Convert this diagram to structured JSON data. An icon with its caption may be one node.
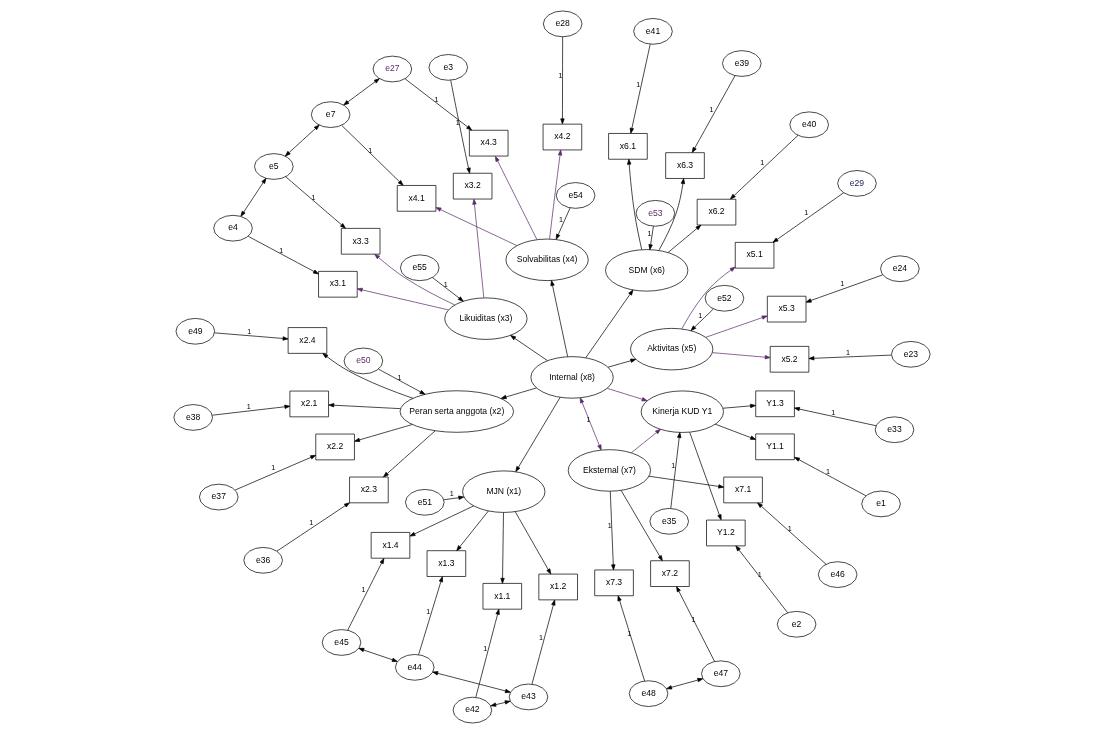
{
  "diagram": {
    "nodes": [
      {
        "text": [
          "e48"
        ]
      },
      {
        "text": [
          "e47"
        ]
      },
      {
        "text": [
          "e46"
        ]
      },
      {
        "text": [
          "e49"
        ]
      },
      {
        "text": [
          "e36"
        ]
      },
      {
        "text": [
          "e37"
        ]
      },
      {
        "text": [
          "e38"
        ]
      },
      {
        "text": [
          "e45"
        ]
      },
      {
        "text": [
          "e44"
        ]
      },
      {
        "text": [
          "e43"
        ]
      },
      {
        "text": [
          "e42"
        ]
      },
      {
        "text": [
          "x7.3"
        ]
      },
      {
        "text": [
          "x7.2"
        ]
      },
      {
        "text": [
          "x7.1"
        ]
      },
      {
        "text": [
          "x2.4"
        ]
      },
      {
        "text": [
          "x2.3"
        ]
      },
      {
        "text": [
          "x2.2"
        ]
      },
      {
        "text": [
          "x2.1"
        ]
      },
      {
        "text": [
          "x1.4"
        ]
      },
      {
        "text": [
          "x1.3"
        ]
      },
      {
        "text": [
          "x1.2"
        ]
      },
      {
        "text": [
          "x1.1"
        ]
      },
      {
        "text": [
          "e1"
        ]
      },
      {
        "text": [
          "Eksternal (x7)"
        ]
      },
      {
        "text": [
          "e50"
        ]
      },
      {
        "text": [
          "Peran serta anggota (x2)"
        ]
      },
      {
        "text": [
          "MJN (x1)"
        ]
      },
      {
        "text": [
          "e51"
        ]
      },
      {
        "text": [
          "Y1.1"
        ]
      },
      {
        "text": [
          "Kinerja KUD Y1"
        ]
      },
      {
        "text": [
          "e39"
        ]
      },
      {
        "text": [
          "x6.3"
        ]
      },
      {
        "text": [
          "Y1.2"
        ]
      },
      {
        "text": [
          "SDM (x6)"
        ]
      },
      {
        "text": [
          "x6.2"
        ]
      },
      {
        "text": [
          "e40"
        ]
      },
      {
        "text": [
          "e2"
        ]
      },
      {
        "text": [
          "x6.1"
        ]
      },
      {
        "text": [
          "e41"
        ]
      },
      {
        "text": [
          "Internal (x8)"
        ]
      },
      {
        "text": [
          "e53"
        ]
      },
      {
        "text": [
          "Y1.3"
        ]
      },
      {
        "text": [
          "e35"
        ]
      },
      {
        "text": [
          "x5.3"
        ]
      },
      {
        "text": [
          "e24"
        ]
      },
      {
        "text": [
          "Aktivitas (x5)"
        ]
      },
      {
        "text": [
          "x5.2"
        ]
      },
      {
        "text": [
          "e23"
        ]
      },
      {
        "text": [
          "e33"
        ]
      },
      {
        "text": [
          "e55"
        ]
      },
      {
        "text": [
          "Likuiditas (x3)"
        ]
      },
      {
        "text": [
          "Solvabilitas (x4)"
        ]
      },
      {
        "text": [
          "e52"
        ]
      },
      {
        "text": [
          "x5.1"
        ]
      },
      {
        "text": [
          "e29"
        ]
      },
      {
        "text": [
          "e54"
        ]
      },
      {
        "text": [
          "x3.1"
        ]
      },
      {
        "text": [
          "x3.2"
        ]
      },
      {
        "text": [
          "x3.3"
        ]
      },
      {
        "text": [
          "x4.1"
        ]
      },
      {
        "text": [
          "x4.2"
        ]
      },
      {
        "text": [
          "x4.3"
        ]
      },
      {
        "text": [
          "e4"
        ]
      },
      {
        "text": [
          "e3"
        ]
      },
      {
        "text": [
          "e5"
        ]
      },
      {
        "text": [
          "e7"
        ]
      },
      {
        "text": [
          "e28"
        ]
      },
      {
        "text": [
          "e27"
        ]
      }
    ],
    "edges": [
      {
        "from": 0,
        "to": 11,
        "arrow": "to",
        "label": "1"
      },
      {
        "from": 1,
        "to": 12,
        "arrow": "to",
        "label": "1"
      },
      {
        "from": 2,
        "to": 13,
        "arrow": "to",
        "label": "1"
      },
      {
        "from": 3,
        "to": 14,
        "arrow": "to",
        "label": "1"
      },
      {
        "from": 4,
        "to": 15,
        "arrow": "to",
        "label": "1"
      },
      {
        "from": 5,
        "to": 16,
        "arrow": "to",
        "label": "1"
      },
      {
        "from": 6,
        "to": 17,
        "arrow": "to",
        "label": "1"
      },
      {
        "from": 7,
        "to": 18,
        "arrow": "to",
        "label": "1"
      },
      {
        "from": 8,
        "to": 19,
        "arrow": "to",
        "label": "1"
      },
      {
        "from": 9,
        "to": 20,
        "arrow": "to",
        "label": "1"
      },
      {
        "from": 10,
        "to": 21,
        "arrow": "to",
        "label": "1"
      },
      {
        "from": 22,
        "to": 28,
        "arrow": "to",
        "label": "1"
      },
      {
        "from": 36,
        "to": 32,
        "arrow": "to",
        "label": "1"
      },
      {
        "from": 48,
        "to": 41,
        "arrow": "to",
        "label": "1"
      },
      {
        "from": 42,
        "to": 29,
        "arrow": "to",
        "label": "1"
      },
      {
        "from": 24,
        "to": 25,
        "arrow": "to",
        "label": "1"
      },
      {
        "from": 27,
        "to": 26,
        "arrow": "to",
        "label": "1"
      },
      {
        "from": 30,
        "to": 31,
        "arrow": "to",
        "label": "1"
      },
      {
        "from": 35,
        "to": 34,
        "arrow": "to",
        "label": "1"
      },
      {
        "from": 38,
        "to": 37,
        "arrow": "to",
        "label": "1"
      },
      {
        "from": 40,
        "to": 33,
        "arrow": "to",
        "label": "1"
      },
      {
        "from": 44,
        "to": 43,
        "arrow": "to",
        "label": "1"
      },
      {
        "from": 47,
        "to": 46,
        "arrow": "to",
        "label": "1"
      },
      {
        "from": 54,
        "to": 53,
        "arrow": "to",
        "label": "1"
      },
      {
        "from": 52,
        "to": 45,
        "arrow": "to",
        "label": "1"
      },
      {
        "from": 55,
        "to": 51,
        "arrow": "to",
        "label": "1"
      },
      {
        "from": 49,
        "to": 50,
        "arrow": "to",
        "label": "1"
      },
      {
        "from": 62,
        "to": 56,
        "arrow": "to",
        "label": "1"
      },
      {
        "from": 63,
        "to": 57,
        "arrow": "to",
        "label": "1"
      },
      {
        "from": 64,
        "to": 58,
        "arrow": "to",
        "label": "1"
      },
      {
        "from": 65,
        "to": 59,
        "arrow": "to",
        "label": "1"
      },
      {
        "from": 66,
        "to": 60,
        "arrow": "to",
        "label": "1"
      },
      {
        "from": 67,
        "to": 61,
        "arrow": "to",
        "label": "1"
      },
      {
        "from": 23,
        "to": 11,
        "arrow": "to",
        "label": "1"
      },
      {
        "from": 23,
        "to": 12,
        "arrow": "to"
      },
      {
        "from": 23,
        "to": 13,
        "arrow": "to"
      },
      {
        "from": 25,
        "to": 14,
        "arrow": "to"
      },
      {
        "from": 25,
        "to": 15,
        "arrow": "to"
      },
      {
        "from": 25,
        "to": 16,
        "arrow": "to"
      },
      {
        "from": 25,
        "to": 17,
        "arrow": "to"
      },
      {
        "from": 26,
        "to": 18,
        "arrow": "to"
      },
      {
        "from": 26,
        "to": 19,
        "arrow": "to"
      },
      {
        "from": 26,
        "to": 20,
        "arrow": "to"
      },
      {
        "from": 26,
        "to": 21,
        "arrow": "to"
      },
      {
        "from": 29,
        "to": 28,
        "arrow": "to"
      },
      {
        "from": 29,
        "to": 32,
        "arrow": "to"
      },
      {
        "from": 29,
        "to": 41,
        "arrow": "to"
      },
      {
        "from": 33,
        "to": 31,
        "arrow": "to"
      },
      {
        "from": 33,
        "to": 34,
        "arrow": "to"
      },
      {
        "from": 33,
        "to": 37,
        "arrow": "to"
      },
      {
        "from": 45,
        "to": 43,
        "arrow": "to",
        "color": "#5a2a6a"
      },
      {
        "from": 45,
        "to": 46,
        "arrow": "to",
        "color": "#5a2a6a"
      },
      {
        "from": 45,
        "to": 53,
        "arrow": "to",
        "color": "#5a2a6a"
      },
      {
        "from": 50,
        "to": 56,
        "arrow": "to",
        "color": "#5a2a6a"
      },
      {
        "from": 50,
        "to": 57,
        "arrow": "to",
        "color": "#5a2a6a"
      },
      {
        "from": 50,
        "to": 58,
        "arrow": "to",
        "color": "#5a2a6a"
      },
      {
        "from": 51,
        "to": 59,
        "arrow": "to",
        "color": "#5a2a6a"
      },
      {
        "from": 51,
        "to": 60,
        "arrow": "to",
        "color": "#5a2a6a"
      },
      {
        "from": 51,
        "to": 61,
        "arrow": "to",
        "color": "#5a2a6a"
      },
      {
        "from": 39,
        "to": 25,
        "arrow": "to"
      },
      {
        "from": 39,
        "to": 26,
        "arrow": "to"
      },
      {
        "from": 39,
        "to": 33,
        "arrow": "to"
      },
      {
        "from": 39,
        "to": 45,
        "arrow": "to"
      },
      {
        "from": 39,
        "to": 51,
        "arrow": "to"
      },
      {
        "from": 39,
        "to": 50,
        "arrow": "to"
      },
      {
        "from": 39,
        "to": 29,
        "arrow": "to",
        "color": "#5a2a6a"
      },
      {
        "from": 23,
        "to": 29,
        "arrow": "to",
        "color": "#5a2a6a"
      },
      {
        "from": 23,
        "to": 39,
        "arrow": "both",
        "color": "#5a2a6a",
        "label": "1"
      },
      {
        "from": 0,
        "to": 1,
        "arrow": "both"
      },
      {
        "from": 7,
        "to": 8,
        "arrow": "both"
      },
      {
        "from": 8,
        "to": 9,
        "arrow": "both"
      },
      {
        "from": 9,
        "to": 10,
        "arrow": "both"
      },
      {
        "from": 62,
        "to": 64,
        "arrow": "both"
      },
      {
        "from": 64,
        "to": 65,
        "arrow": "both"
      },
      {
        "from": 65,
        "to": 67,
        "arrow": "both"
      }
    ]
  }
}
